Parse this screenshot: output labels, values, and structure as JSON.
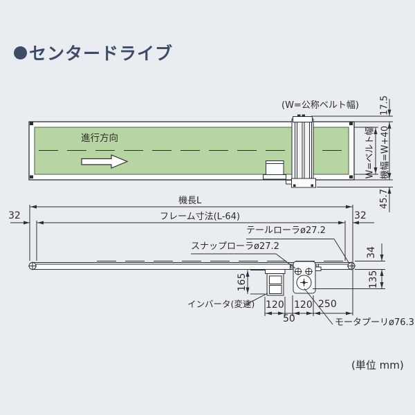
{
  "title": "センタードライブ",
  "unit_note": "(単位 mm)",
  "top_view": {
    "direction_label": "進行方向",
    "belt_width_note": "(W=公称ベルト幅)",
    "belt_width_label": "W=ベルト幅",
    "machine_width_label": "機幅=W+40",
    "dim_bracket_overhang": "17.5",
    "dim_drive_overhang": "45.7"
  },
  "side_view": {
    "machine_length_label": "機長L",
    "frame_length_label": "フレーム寸法(L-64)",
    "dim_left_end": "32",
    "dim_right_end": "32",
    "tail_roller_label": "テールローラø27.2",
    "snap_roller_label": "スナップローラø27.2",
    "motor_pulley_label": "モータプーリø76.3",
    "inverter_label": "インバータ(変速)",
    "dim_inverter_drop": "165",
    "dim_frame_height": "34",
    "dim_drive_drop": "135",
    "dim_inverter_width": "120",
    "dim_drive_width": "120",
    "dim_drive_to_end": "250",
    "dim_gap": "50"
  },
  "colors": {
    "background": "#e9edf1",
    "belt_green": "#b7d5a2",
    "title_navy": "#3e4b66",
    "line": "#2e2e2e"
  }
}
